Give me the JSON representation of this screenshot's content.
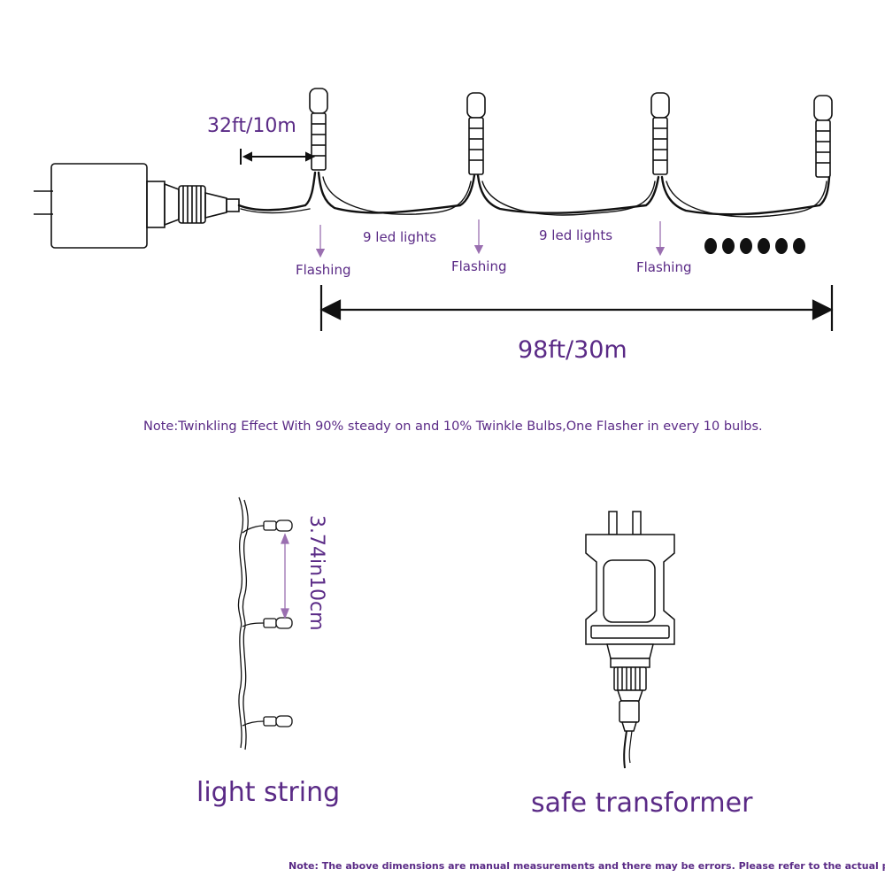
{
  "diagram": {
    "run_length": "32ft/10m",
    "segment_a": "9 led lights",
    "segment_b": "9 led lights",
    "flashing_1": "Flashing",
    "flashing_2": "Flashing",
    "flashing_3": "Flashing",
    "total_length": "98ft/30m",
    "note": "Note:Twinkling Effect With 90% steady on and 10% Twinkle Bulbs,One Flasher in every 10 bulbs.",
    "bulb_spacing": "3.74in10cm",
    "light_string_label": "light string",
    "transformer_label": "safe transformer",
    "disclaimer": "Note: The above dimensions are manual measurements and there may be errors. Please refer to the actual product."
  },
  "colors": {
    "text": "#5a2a86",
    "line": "#111111",
    "arrow": "#9a6fb0"
  }
}
